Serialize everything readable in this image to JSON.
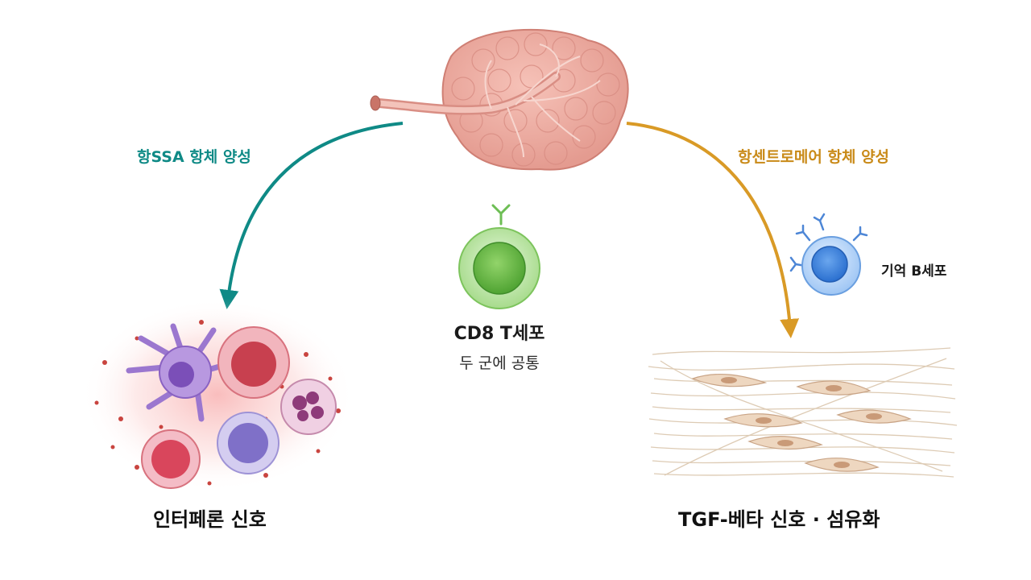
{
  "paths": {
    "left_label": "항SSA 항체 양성",
    "right_label": "항센트로메어 항체 양성",
    "left_color": "#0f8a86",
    "right_color": "#d99a26"
  },
  "center": {
    "cell_title": "CD8 T세포",
    "cell_subtitle": "두 군에 공통"
  },
  "memory_cell": {
    "label": "기억 B세포"
  },
  "outcomes": {
    "left": "인터페론 신호",
    "right": "TGF-베타 신호 · 섬유화"
  }
}
